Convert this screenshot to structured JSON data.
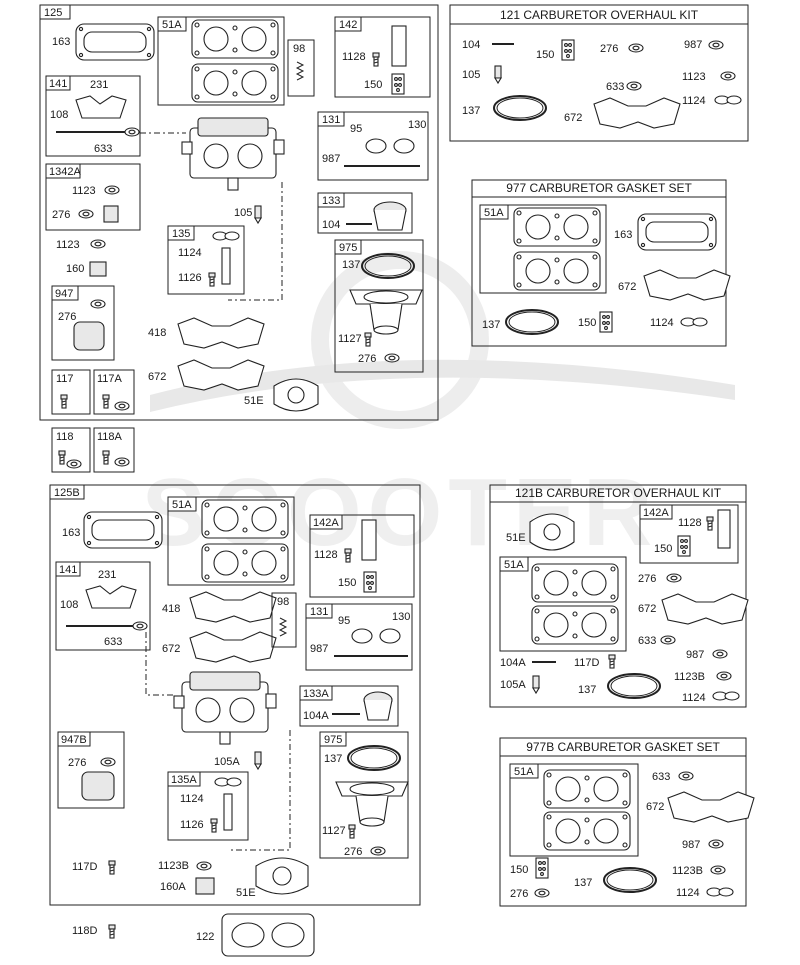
{
  "watermark": "SCOOTER",
  "kits": {
    "k121": {
      "title": "121 CARBURETOR OVERHAUL KIT"
    },
    "k977": {
      "title": "977 CARBURETOR GASKET SET"
    },
    "k121b": {
      "title": "121B CARBURETOR OVERHAUL KIT"
    },
    "k977b": {
      "title": "977B CARBURETOR GASKET SET"
    }
  },
  "labels": {
    "a125": "125",
    "a163": "163",
    "a51A": "51A",
    "a98": "98",
    "a142": "142",
    "a1128": "1128",
    "a150": "150",
    "a141": "141",
    "a231": "231",
    "a108": "108",
    "a633": "633",
    "a131": "131",
    "a95": "95",
    "a130": "130",
    "a987": "987",
    "a1342A": "1342A",
    "a1123": "1123",
    "a276": "276",
    "a133": "133",
    "a104": "104",
    "a105": "105",
    "a135": "135",
    "a1124": "1124",
    "a1126": "1126",
    "a1123b": "1123",
    "a160": "160",
    "a975": "975",
    "a137": "137",
    "a947": "947",
    "a276b": "276",
    "a418": "418",
    "a1127": "1127",
    "a276c": "276",
    "a672": "672",
    "a117": "117",
    "a117A": "117A",
    "a51E": "51E",
    "a118": "118",
    "a118A": "118A",
    "k121_104": "104",
    "k121_150": "150",
    "k121_276": "276",
    "k121_987": "987",
    "k121_105": "105",
    "k121_633": "633",
    "k121_1123": "1123",
    "k121_137": "137",
    "k121_672": "672",
    "k121_1124": "1124",
    "k977_51A": "51A",
    "k977_163": "163",
    "k977_672": "672",
    "k977_137": "137",
    "k977_150": "150",
    "k977_1124": "1124",
    "b125B": "125B",
    "b163": "163",
    "b51A": "51A",
    "b142A": "142A",
    "b1128": "1128",
    "b150": "150",
    "b141": "141",
    "b231": "231",
    "b108": "108",
    "b633": "633",
    "b418": "418",
    "b98": "98",
    "b131": "131",
    "b95": "95",
    "b130": "130",
    "b672": "672",
    "b987": "987",
    "b133A": "133A",
    "b104A": "104A",
    "b947B": "947B",
    "b276": "276",
    "b105A": "105A",
    "b975": "975",
    "b137": "137",
    "b135A": "135A",
    "b1124": "1124",
    "b1126": "1126",
    "b1127": "1127",
    "b276b": "276",
    "b117D": "117D",
    "b1123B": "1123B",
    "b160A": "160A",
    "b51E": "51E",
    "b118D": "118D",
    "b122": "122",
    "k121b_51E": "51E",
    "k121b_142A": "142A",
    "k121b_1128": "1128",
    "k121b_150": "150",
    "k121b_51A": "51A",
    "k121b_276": "276",
    "k121b_672": "672",
    "k121b_633": "633",
    "k121b_987": "987",
    "k121b_104A": "104A",
    "k121b_117D": "117D",
    "k121b_105A": "105A",
    "k121b_137": "137",
    "k121b_1123B": "1123B",
    "k121b_1124": "1124",
    "k977b_51A": "51A",
    "k977b_633": "633",
    "k977b_672": "672",
    "k977b_987": "987",
    "k977b_150": "150",
    "k977b_1123B": "1123B",
    "k977b_137": "137",
    "k977b_276": "276",
    "k977b_1124": "1124"
  }
}
